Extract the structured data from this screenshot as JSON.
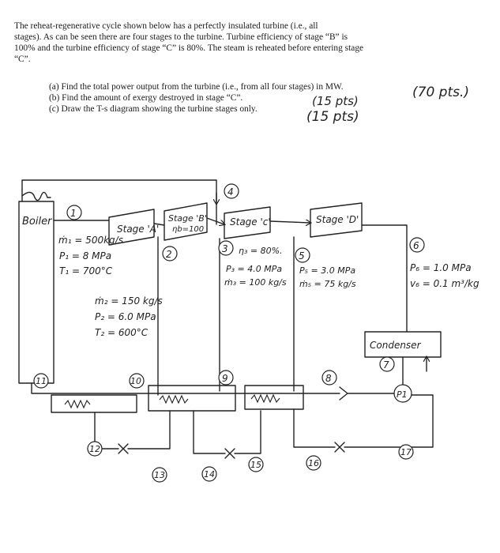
{
  "problem": {
    "lines": [
      "The reheat-regenerative cycle shown below has a perfectly insulated turbine (i.e., all",
      "stages). As can be seen there are four stages to the turbine. Turbine efficiency of stage “B” is",
      "100% and the turbine efficiency of stage “C” is 80%. The steam is reheated before entering stage",
      "“C”."
    ],
    "questions": [
      "(a) Find the total power output from the turbine (i.e., from all four stages) in MW.",
      "(b) Find the amount of exergy destroyed in stage “C”.",
      "(c) Draw the T-s diagram showing the turbine stages only."
    ],
    "points": [
      "(70 pts.)",
      "(15 pts)",
      "(15 pts)"
    ]
  },
  "diagram": {
    "boiler": "Boiler",
    "stages": {
      "a": "Stage 'A'",
      "b_line1": "Stage 'B'",
      "b_line2": "ηb=100",
      "c": "Stage 'c'",
      "d": "Stage 'D'"
    },
    "state1": {
      "m": "ṁ₁ = 500kg/s",
      "p": "P₁ = 8 MPa",
      "t": "T₁ = 700°C"
    },
    "state2": {
      "m": "ṁ₂ = 150 kg/s",
      "p": "P₂ = 6.0 MPa",
      "t": "T₂ = 600°C"
    },
    "state3": {
      "eta": "η₃ = 80%.",
      "p": "P₃ = 4.0 MPa",
      "m": "ṁ₃ = 100 kg/s"
    },
    "state5": {
      "p": "P₅ = 3.0 MPa",
      "m": "ṁ₅ = 75 kg/s"
    },
    "state6": {
      "p": "P₆ = 1.0 MPa",
      "v": "v₆ = 0.1 m³/kg"
    },
    "condenser": "Condenser",
    "pump": "P1",
    "nodes": [
      "1",
      "2",
      "3",
      "4",
      "5",
      "6",
      "7",
      "8",
      "9",
      "10",
      "11",
      "12",
      "13",
      "14",
      "15",
      "16",
      "17"
    ]
  }
}
